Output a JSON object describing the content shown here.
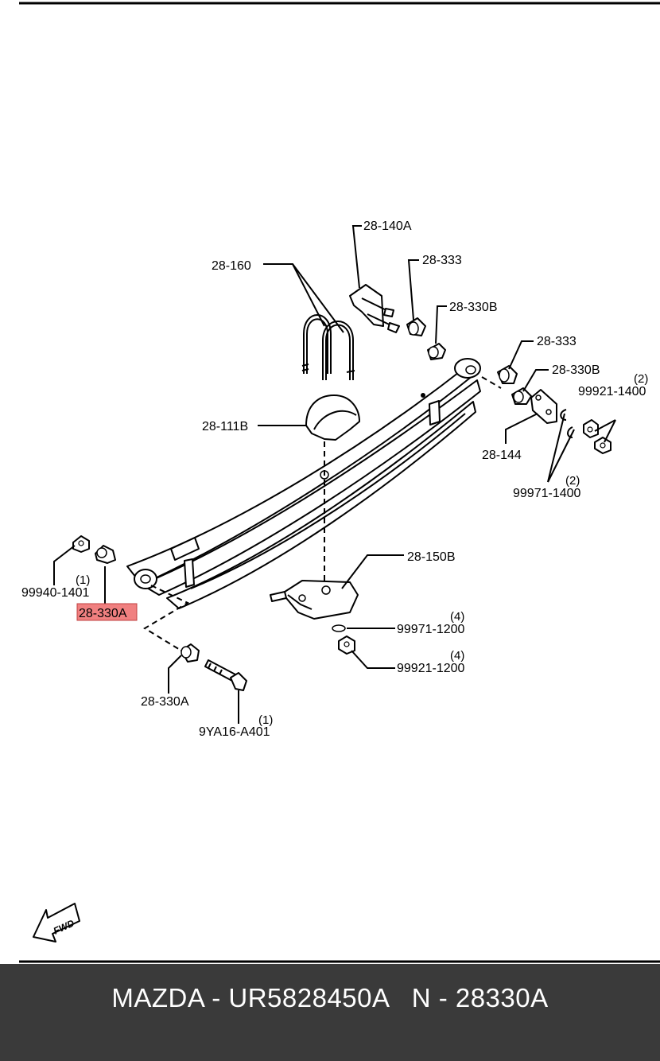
{
  "diagram": {
    "labels": {
      "l_28_140A": "28-140A",
      "l_28_333_top": "28-333",
      "l_28_160": "28-160",
      "l_28_330B_top": "28-330B",
      "l_28_333_right": "28-333",
      "l_28_330B_right": "28-330B",
      "l_99921_1400": "99921-1400",
      "l_28_111B": "28-111B",
      "l_28_144": "28-144",
      "l_99971_1400": "99971-1400",
      "l_28_150B": "28-150B",
      "l_99940_1401": "99940-1401",
      "l_28_330A_highlight": "28-330A",
      "l_99971_1200": "99971-1200",
      "l_99921_1200": "99921-1200",
      "l_28_330A_bottom": "28-330A",
      "l_9YA16_A401": "9YA16-A401"
    },
    "quantities": {
      "q_99921_1400": "(2)",
      "q_99971_1400": "(2)",
      "q_99940_1401": "(1)",
      "q_99971_1200": "(4)",
      "q_99921_1200": "(4)",
      "q_9YA16_A401": "(1)"
    },
    "fwd_label": "FWD",
    "highlight_color": "#f08080"
  },
  "footer": {
    "text": "MAZDA - UR5828450A   N - 28330A"
  }
}
